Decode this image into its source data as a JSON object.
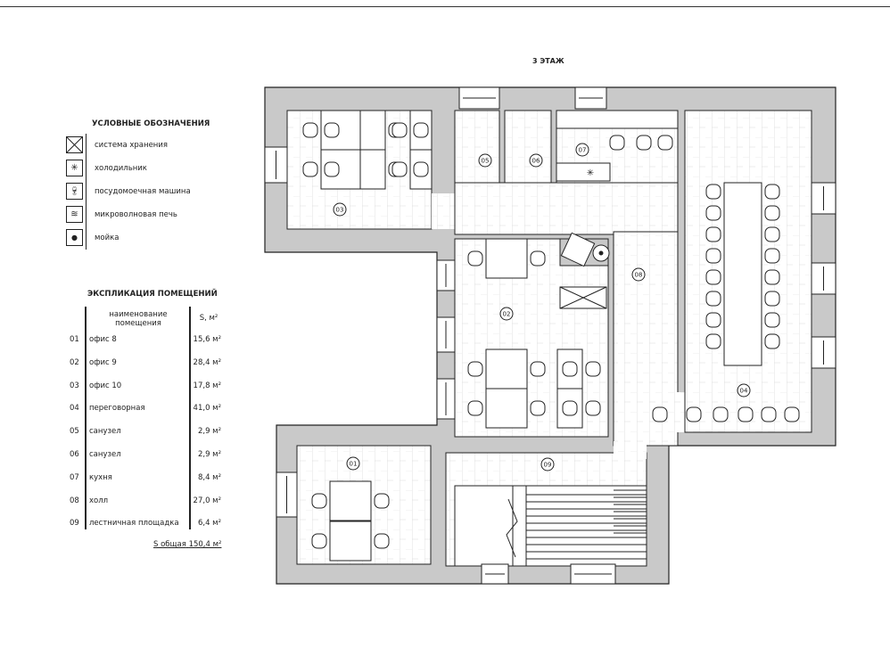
{
  "floor_title": "3 ЭТАЖ",
  "legend": {
    "title": "УСЛОВНЫЕ ОБОЗНАЧЕНИЯ",
    "items": [
      {
        "icon": "storage-cross-icon",
        "label": "система хранения"
      },
      {
        "icon": "fridge-icon",
        "label": "холодильник"
      },
      {
        "icon": "dishwasher-icon",
        "label": "посудомоечная машина"
      },
      {
        "icon": "microwave-icon",
        "label": "микроволновая печь"
      },
      {
        "icon": "sink-icon",
        "label": "мойка"
      }
    ]
  },
  "explication": {
    "title": "ЭКСПЛИКАЦИЯ ПОМЕЩЕНИЙ",
    "header_name": "наименование помещения",
    "header_area": "S, м²",
    "rows": [
      {
        "num": "01",
        "name": "офис 8",
        "area": "15,6 м²"
      },
      {
        "num": "02",
        "name": "офис 9",
        "area": "28,4 м²"
      },
      {
        "num": "03",
        "name": "офис 10",
        "area": "17,8 м²"
      },
      {
        "num": "04",
        "name": "переговорная",
        "area": "41,0 м²"
      },
      {
        "num": "05",
        "name": "санузел",
        "area": "2,9 м²"
      },
      {
        "num": "06",
        "name": "санузел",
        "area": "2,9 м²"
      },
      {
        "num": "07",
        "name": "кухня",
        "area": "8,4 м²"
      },
      {
        "num": "08",
        "name": "холл",
        "area": "27,0 м²"
      },
      {
        "num": "09",
        "name": "лестничная площадка",
        "area": "6,4 м²"
      }
    ],
    "total_label": "S общая",
    "total_value": "150,4 м²"
  },
  "plan": {
    "room_labels": [
      "01",
      "02",
      "03",
      "04",
      "05",
      "06",
      "07",
      "08",
      "09"
    ],
    "colors": {
      "wall": "#c9c9c9",
      "floor": "#ffffff",
      "line": "#222222"
    }
  }
}
